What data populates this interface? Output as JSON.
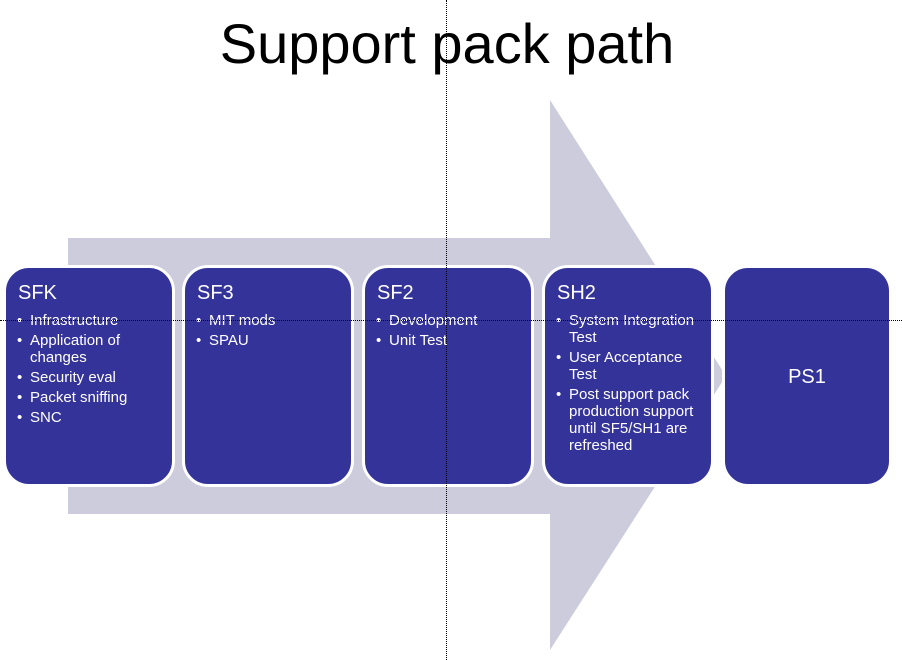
{
  "title": "Support pack path",
  "colors": {
    "box": "#333399",
    "arrow": "#ccccdd",
    "text": "#ffffff"
  },
  "stages": [
    {
      "name": "SFK",
      "items": [
        "Infrastructure",
        "Application of changes",
        "Security eval",
        "Packet sniffing",
        "SNC"
      ]
    },
    {
      "name": "SF3",
      "items": [
        "MIT mods",
        "SPAU"
      ]
    },
    {
      "name": "SF2",
      "items": [
        "Development",
        "Unit Test"
      ]
    },
    {
      "name": "SH2",
      "items": [
        "System Integration Test",
        "User Acceptance Test",
        "Post support pack production support until SF5/SH1 are refreshed"
      ]
    },
    {
      "name": "PS1",
      "items": []
    }
  ]
}
